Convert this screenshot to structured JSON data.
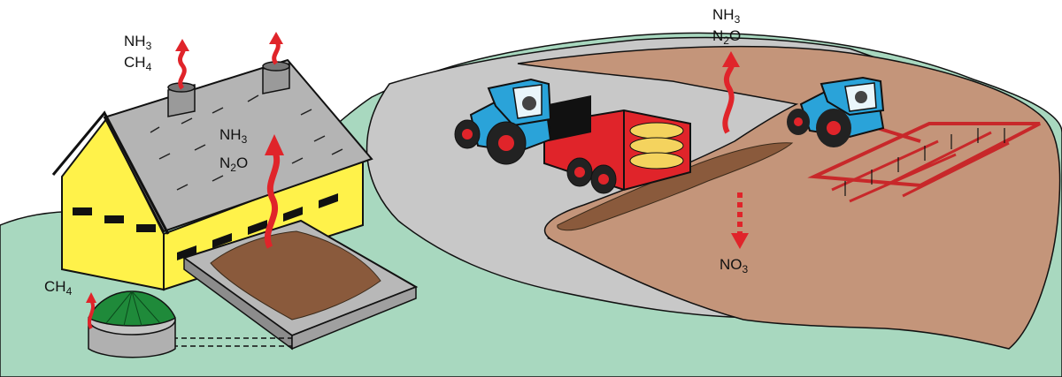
{
  "labels": {
    "chimney_left": {
      "l1": "NH",
      "l1_sub": "3",
      "l2": "CH",
      "l2_sub": "4"
    },
    "barn_roof": {
      "l1": "NH",
      "l1_sub": "3",
      "l2": "N",
      "l2_sub": "2",
      "l2_tail": "O"
    },
    "field_top": {
      "l1": "NH",
      "l1_sub": "3",
      "l2": "N",
      "l2_sub": "2",
      "l2_tail": "O"
    },
    "leaching": {
      "main": "NO",
      "sub": "3"
    },
    "digester": {
      "main": "CH",
      "sub": "4"
    }
  },
  "colors": {
    "grass": "#a8d8bf",
    "road": "#c8c8c8",
    "field": "#c4957a",
    "barn_wall": "#fff24a",
    "roof": "#b4b4b4",
    "manure": "#8a5a3c",
    "emission_arrow": "#e0242a",
    "tractor_body": "#2aa3d9",
    "spreader_body": "#e0242a",
    "digester_dome": "#1f8a3a",
    "harrow": "#c8282a"
  }
}
